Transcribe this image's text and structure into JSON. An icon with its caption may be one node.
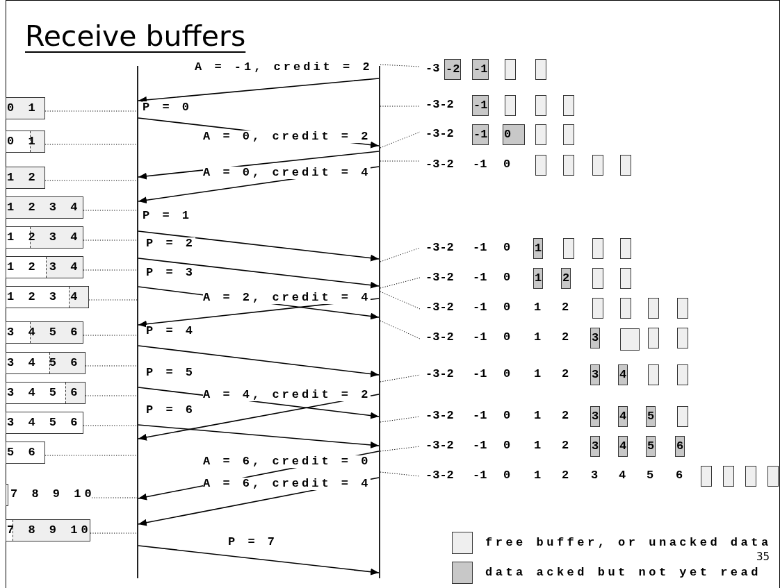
{
  "diagram": {
    "title": "Receive buffers",
    "nodes": [
      {
        "text": [],
        "shape": "bar"
      },
      {
        "text": [],
        "shape": "bar"
      },
      {
        "text": [
          "0 1"
        ]
      },
      {
        "text": [
          "0 1"
        ]
      },
      {
        "text": [
          "1 2"
        ]
      },
      {
        "text": [
          "1 2 3 4"
        ]
      },
      {
        "text": [
          "1 2 3 4"
        ]
      },
      {
        "text": [
          "1 2 3 4"
        ]
      },
      {
        "text": [
          "1 2 3 4"
        ]
      },
      {
        "text": [
          "3 4 5 6"
        ]
      },
      {
        "text": [
          "3 4 5 6"
        ]
      },
      {
        "text": [
          "3 4 5 6"
        ]
      },
      {
        "text": [
          "3 4 5 6"
        ]
      },
      {
        "text": [
          "5 6"
        ]
      },
      {
        "text": [
          "7 8 9 10"
        ]
      },
      {
        "text": [
          "7 8 9 10"
        ]
      },
      {
        "text": [
          "-3"
        ]
      },
      {
        "text": [
          "-2"
        ],
        "in": 16
      },
      {
        "text": [
          "-1"
        ],
        "in": 16
      },
      {
        "text": [],
        "shape": "box",
        "in": 16
      },
      {
        "text": [],
        "shape": "box",
        "in": 16
      },
      {
        "text": [
          "-3-2"
        ]
      },
      {
        "text": [
          "-1"
        ],
        "in": 21
      },
      {
        "text": [],
        "shape": "box",
        "in": 21
      },
      {
        "text": [],
        "shape": "box",
        "in": 21
      },
      {
        "text": [],
        "shape": "box",
        "in": 21
      },
      {
        "text": [
          "-3-2"
        ]
      },
      {
        "text": [
          "-1"
        ],
        "in": 26
      },
      {
        "text": [
          "0"
        ],
        "in": 26
      },
      {
        "text": [],
        "shape": "box",
        "in": 26
      },
      {
        "text": [],
        "shape": "box",
        "in": 26
      },
      {
        "text": [
          "-3-2",
          "-1",
          "0"
        ]
      },
      {
        "text": [],
        "shape": "box",
        "in": 31
      },
      {
        "text": [],
        "shape": "box",
        "in": 31
      },
      {
        "text": [],
        "shape": "box",
        "in": 31
      },
      {
        "text": [],
        "shape": "box",
        "in": 31
      },
      {
        "text": [
          "-3-2",
          "-1",
          "0"
        ]
      },
      {
        "text": [
          "1"
        ],
        "in": 36
      },
      {
        "text": [],
        "shape": "box",
        "in": 36
      },
      {
        "text": [],
        "shape": "box",
        "in": 36
      },
      {
        "text": [],
        "shape": "box",
        "in": 36
      },
      {
        "text": [
          "-3-2",
          "-1",
          "0"
        ]
      },
      {
        "text": [
          "1"
        ],
        "in": 41
      },
      {
        "text": [
          "2"
        ],
        "in": 41
      },
      {
        "text": [],
        "shape": "box",
        "in": 41
      },
      {
        "text": [],
        "shape": "box",
        "in": 41
      },
      {
        "text": [
          "-3-2",
          "-1",
          "0",
          "1",
          "2"
        ]
      },
      {
        "text": [],
        "shape": "box",
        "in": 46
      },
      {
        "text": [],
        "shape": "box",
        "in": 46
      },
      {
        "text": [],
        "shape": "box",
        "in": 46
      },
      {
        "text": [],
        "shape": "box",
        "in": 46
      },
      {
        "text": [
          "-3-2",
          "-1",
          "0",
          "1",
          "2"
        ]
      },
      {
        "text": [
          "3"
        ],
        "in": 51
      },
      {
        "text": [],
        "shape": "box",
        "in": 51
      },
      {
        "text": [],
        "shape": "box",
        "in": 51
      },
      {
        "text": [],
        "shape": "box",
        "in": 51
      },
      {
        "text": [
          "-3-2",
          "-1",
          "0",
          "1",
          "2"
        ]
      },
      {
        "text": [
          "3"
        ],
        "in": 56
      },
      {
        "text": [
          "4"
        ],
        "in": 56
      },
      {
        "text": [],
        "shape": "box",
        "in": 56
      },
      {
        "text": [],
        "shape": "box",
        "in": 56
      },
      {
        "text": [
          "-3-2",
          "-1",
          "0",
          "1",
          "2"
        ]
      },
      {
        "text": [
          "3"
        ],
        "in": 61
      },
      {
        "text": [
          "4"
        ],
        "in": 61
      },
      {
        "text": [
          "5"
        ],
        "in": 61
      },
      {
        "text": [],
        "shape": "box",
        "in": 61
      },
      {
        "text": [
          "-3-2",
          "-1",
          "0",
          "1",
          "2"
        ]
      },
      {
        "text": [
          "3"
        ],
        "in": 66
      },
      {
        "text": [
          "4"
        ],
        "in": 66
      },
      {
        "text": [
          "5"
        ],
        "in": 66
      },
      {
        "text": [
          "6"
        ],
        "in": 66
      },
      {
        "text": [
          "-3-2",
          "-1",
          "0",
          "1",
          "2",
          "3",
          "4",
          "5",
          "6"
        ]
      },
      {
        "text": [],
        "shape": "box",
        "in": 71
      },
      {
        "text": [],
        "shape": "box",
        "in": 71
      },
      {
        "text": [],
        "shape": "box",
        "in": 71
      },
      {
        "text": [],
        "shape": "box",
        "in": 71
      }
    ],
    "edges": [
      {
        "from": 1,
        "to": 0,
        "arrow": "to",
        "label": "A = -1, credit = 2"
      },
      {
        "from": 0,
        "to": 1,
        "arrow": "to",
        "label": "P = 0"
      },
      {
        "from": 1,
        "to": 0,
        "arrow": "to",
        "label": "A = 0, credit = 2"
      },
      {
        "from": 1,
        "to": 0,
        "arrow": "to",
        "label": "A = 0, credit = 4"
      },
      {
        "from": 0,
        "to": 1,
        "arrow": "to",
        "label": "P = 1"
      },
      {
        "from": 0,
        "to": 1,
        "arrow": "to",
        "label": "P = 2"
      },
      {
        "from": 0,
        "to": 1,
        "arrow": "to",
        "label": "P = 3"
      },
      {
        "from": 1,
        "to": 0,
        "arrow": "to",
        "label": "A = 2, credit = 4"
      },
      {
        "from": 0,
        "to": 1,
        "arrow": "to",
        "label": "P = 4"
      },
      {
        "from": 0,
        "to": 1,
        "arrow": "to",
        "label": "P = 5"
      },
      {
        "from": 1,
        "to": 0,
        "arrow": "to",
        "label": "A = 4, credit = 2"
      },
      {
        "from": 0,
        "to": 1,
        "arrow": "to",
        "label": "P = 6"
      },
      {
        "from": 1,
        "to": 0,
        "arrow": "to",
        "label": "A = 6, credit = 0"
      },
      {
        "from": 1,
        "to": 0,
        "arrow": "to",
        "label": "A = 6, credit = 4"
      },
      {
        "from": 0,
        "to": 1,
        "arrow": "to",
        "label": "P = 7"
      },
      {
        "from": 2,
        "to": 0,
        "arrow": "none",
        "style": "dashed"
      },
      {
        "from": 3,
        "to": 0,
        "arrow": "none",
        "style": "dashed"
      },
      {
        "from": 4,
        "to": 0,
        "arrow": "none",
        "style": "dashed"
      },
      {
        "from": 5,
        "to": 0,
        "arrow": "none",
        "style": "dashed"
      },
      {
        "from": 6,
        "to": 0,
        "arrow": "none",
        "style": "dashed"
      },
      {
        "from": 7,
        "to": 0,
        "arrow": "none",
        "style": "dashed"
      },
      {
        "from": 8,
        "to": 0,
        "arrow": "none",
        "style": "dashed"
      },
      {
        "from": 9,
        "to": 0,
        "arrow": "none",
        "style": "dashed"
      },
      {
        "from": 10,
        "to": 0,
        "arrow": "none",
        "style": "dashed"
      },
      {
        "from": 11,
        "to": 0,
        "arrow": "none",
        "style": "dashed"
      },
      {
        "from": 12,
        "to": 0,
        "arrow": "none",
        "style": "dashed"
      },
      {
        "from": 13,
        "to": 0,
        "arrow": "none",
        "style": "dashed"
      },
      {
        "from": 14,
        "to": 0,
        "arrow": "none",
        "style": "dashed"
      },
      {
        "from": 15,
        "to": 0,
        "arrow": "none",
        "style": "dashed"
      },
      {
        "from": 1,
        "to": 16,
        "arrow": "none",
        "style": "dashed"
      },
      {
        "from": 1,
        "to": 21,
        "arrow": "none",
        "style": "dashed"
      },
      {
        "from": 1,
        "to": 26,
        "arrow": "none",
        "style": "dashed"
      },
      {
        "from": 1,
        "to": 31,
        "arrow": "none",
        "style": "dashed"
      },
      {
        "from": 1,
        "to": 36,
        "arrow": "none",
        "style": "dashed"
      },
      {
        "from": 1,
        "to": 41,
        "arrow": "none",
        "style": "dashed"
      },
      {
        "from": 1,
        "to": 46,
        "arrow": "none",
        "style": "dashed"
      },
      {
        "from": 1,
        "to": 51,
        "arrow": "none",
        "style": "dashed"
      },
      {
        "from": 1,
        "to": 56,
        "arrow": "none",
        "style": "dashed"
      },
      {
        "from": 1,
        "to": 61,
        "arrow": "none",
        "style": "dashed"
      },
      {
        "from": 1,
        "to": 66,
        "arrow": "none",
        "style": "dashed"
      },
      {
        "from": 1,
        "to": 71,
        "arrow": "none",
        "style": "dashed"
      }
    ],
    "labels": [
      "35"
    ],
    "legend": [
      {
        "text": "free buffer, or unacked data",
        "color": "#efefef"
      },
      {
        "text": "data acked but not yet read",
        "color": "#c8c8c8"
      }
    ]
  }
}
